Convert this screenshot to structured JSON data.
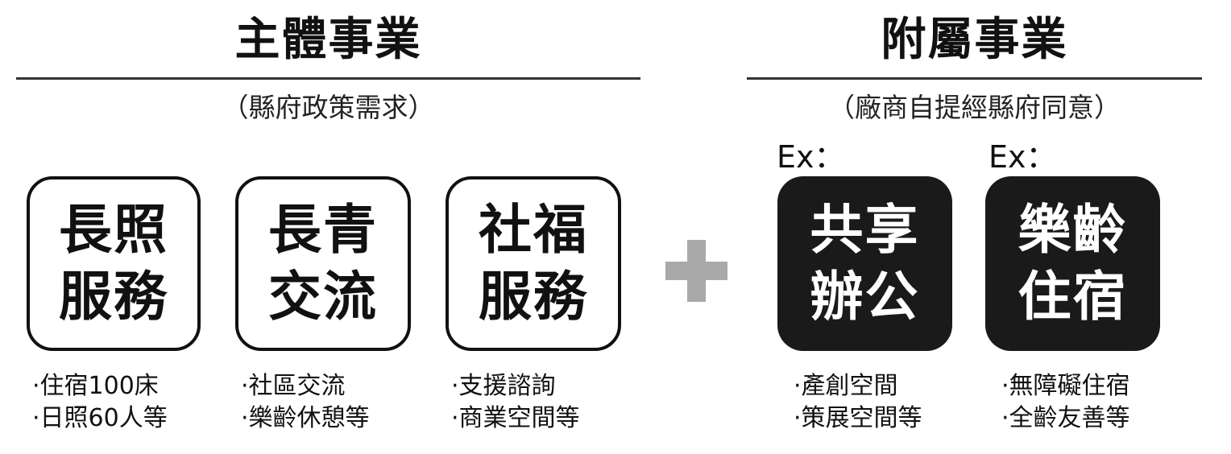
{
  "main_business": {
    "title": "主體事業",
    "subtitle": "（縣府政策需求）",
    "cards": [
      {
        "line1": "長照",
        "line2": "服務",
        "bullets": [
          "·住宿100床",
          "·日照60人等"
        ]
      },
      {
        "line1": "長青",
        "line2": "交流",
        "bullets": [
          "·社區交流",
          "·樂齡休憩等"
        ]
      },
      {
        "line1": "社福",
        "line2": "服務",
        "bullets": [
          "·支援諮詢",
          "·商業空間等"
        ]
      }
    ]
  },
  "plus_icon": "plus-icon",
  "affiliated_business": {
    "title": "附屬事業",
    "subtitle": "（廠商自提經縣府同意）",
    "cards": [
      {
        "ex_label": "Ex：",
        "line1": "共享",
        "line2": "辦公",
        "bullets": [
          "·產創空間",
          "·策展空間等"
        ]
      },
      {
        "ex_label": "Ex：",
        "line1": "樂齡",
        "line2": "住宿",
        "bullets": [
          "·無障礙住宿",
          "·全齡友善等"
        ]
      }
    ]
  },
  "colors": {
    "text": "#111111",
    "filled_card": "#1a1a1a",
    "plus": "#a9a9a9",
    "rule": "#333333"
  }
}
